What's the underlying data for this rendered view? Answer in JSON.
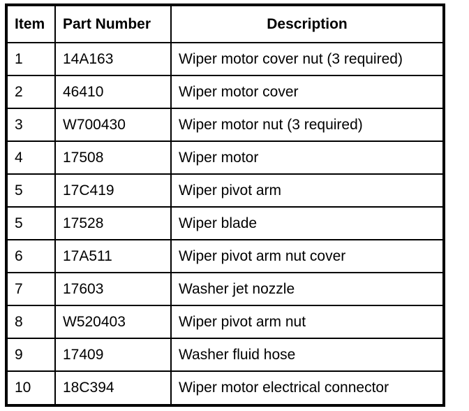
{
  "table": {
    "columns": [
      {
        "key": "item",
        "label": "Item",
        "align": "left"
      },
      {
        "key": "part_number",
        "label": "Part Number",
        "align": "left"
      },
      {
        "key": "description",
        "label": "Description",
        "align": "center"
      }
    ],
    "rows": [
      {
        "item": "1",
        "part_number": "14A163",
        "description": "Wiper motor cover nut (3 required)"
      },
      {
        "item": "2",
        "part_number": "46410",
        "description": "Wiper motor cover"
      },
      {
        "item": "3",
        "part_number": "W700430",
        "description": "Wiper motor nut (3 required)"
      },
      {
        "item": "4",
        "part_number": "17508",
        "description": "Wiper motor"
      },
      {
        "item": "5",
        "part_number": "17C419",
        "description": "Wiper pivot arm"
      },
      {
        "item": "5",
        "part_number": "17528",
        "description": "Wiper blade"
      },
      {
        "item": "6",
        "part_number": "17A511",
        "description": "Wiper pivot arm nut cover"
      },
      {
        "item": "7",
        "part_number": "17603",
        "description": "Washer jet nozzle"
      },
      {
        "item": "8",
        "part_number": "W520403",
        "description": "Wiper pivot arm nut"
      },
      {
        "item": "9",
        "part_number": "17409",
        "description": "Washer fluid hose"
      },
      {
        "item": "10",
        "part_number": "18C394",
        "description": "Wiper motor electrical connector"
      }
    ]
  },
  "colors": {
    "border": "#000000",
    "text": "#000000",
    "background": "#ffffff"
  }
}
